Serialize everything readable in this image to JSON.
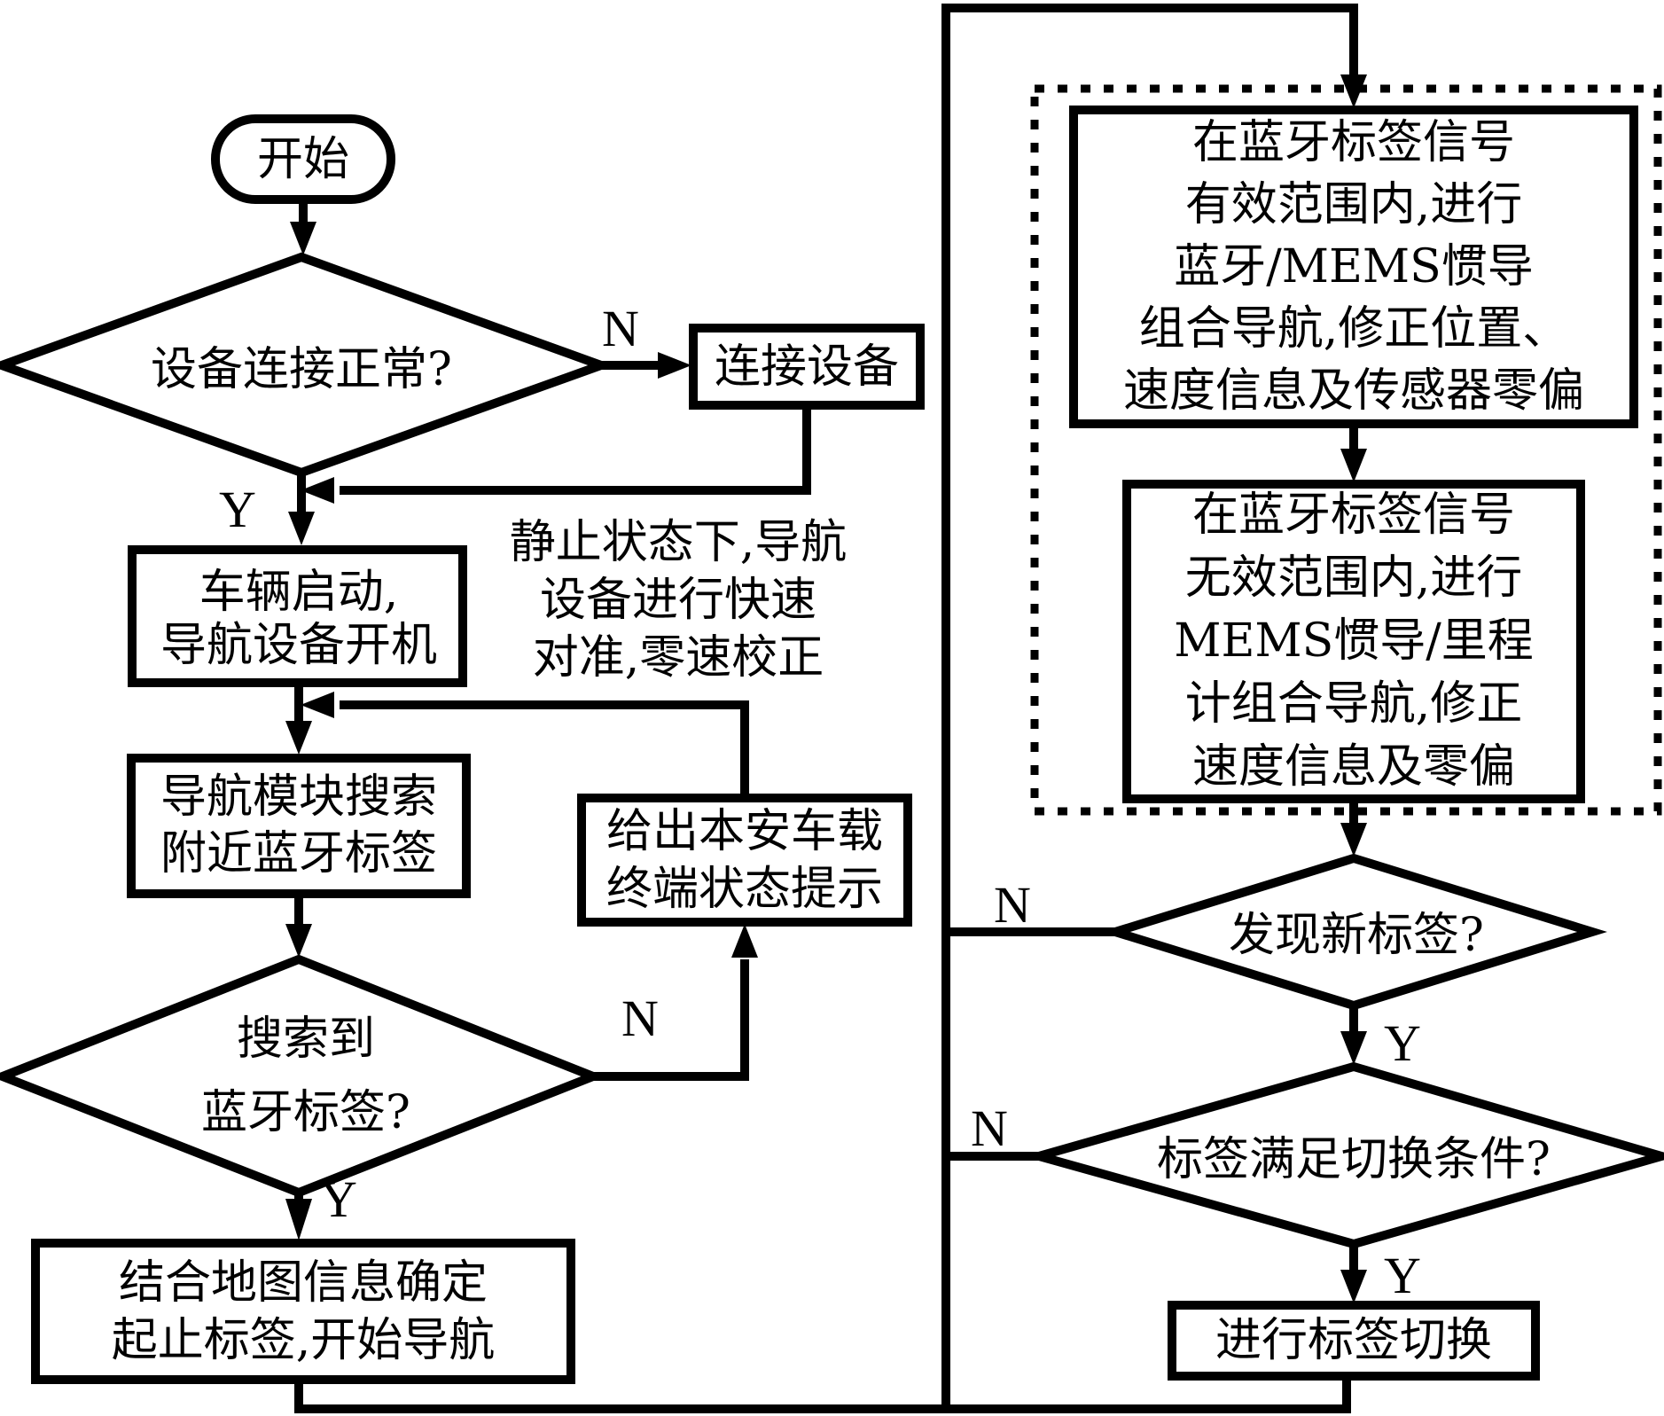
{
  "colors": {
    "ink": "#000000",
    "background": "#ffffff"
  },
  "nodes": {
    "start": {
      "shape": "terminator",
      "label": "开始"
    },
    "device_connected": {
      "shape": "decision",
      "label": "设备连接正常?"
    },
    "connect_device": {
      "shape": "process",
      "label": "连接设备"
    },
    "vehicle_start": {
      "shape": "process",
      "lines": [
        "车辆启动,",
        "导航设备开机"
      ]
    },
    "search_nearby_tags": {
      "shape": "process",
      "lines": [
        "导航模块搜索",
        "附近蓝牙标签"
      ]
    },
    "tag_found": {
      "shape": "decision",
      "lines": [
        "搜索到",
        "蓝牙标签?"
      ]
    },
    "terminal_status_prompt": {
      "shape": "process",
      "lines": [
        "给出本安车载",
        "终端状态提示"
      ]
    },
    "start_navigation": {
      "shape": "process",
      "lines": [
        "结合地图信息确定",
        "起止标签,开始导航"
      ]
    },
    "bt_mems_navigation": {
      "shape": "process",
      "lines": [
        "在蓝牙标签信号",
        "有效范围内,进行",
        "蓝牙/MEMS惯导",
        "组合导航,修正位置、",
        "速度信息及传感器零偏"
      ]
    },
    "mems_odometer_navigation": {
      "shape": "process",
      "lines": [
        "在蓝牙标签信号",
        "无效范围内,进行",
        "MEMS惯导/里程",
        "计组合导航,修正",
        "速度信息及零偏"
      ]
    },
    "new_tag_found": {
      "shape": "decision",
      "label": "发现新标签?"
    },
    "tag_switch_condition": {
      "shape": "decision",
      "label": "标签满足切换条件?"
    },
    "perform_tag_switch": {
      "shape": "process",
      "label": "进行标签切换"
    }
  },
  "annotation": {
    "lines": [
      "静止状态下,导航",
      "设备进行快速",
      "对准,零速校正"
    ]
  },
  "branch_labels": {
    "device_connected_no": "N",
    "device_connected_yes": "Y",
    "tag_found_no": "N",
    "tag_found_yes": "Y",
    "new_tag_found_no": "N",
    "new_tag_found_yes": "Y",
    "tag_switch_condition_no": "N",
    "tag_switch_condition_yes": "Y"
  }
}
